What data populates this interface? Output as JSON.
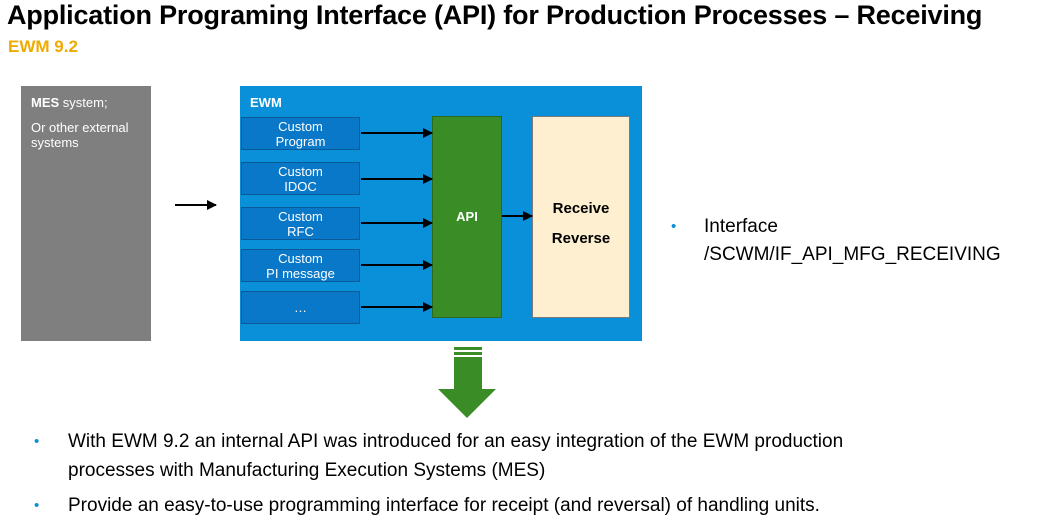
{
  "header": {
    "title": "Application Programing Interface (API) for Production Processes – Receiving",
    "subtitle": "EWM 9.2"
  },
  "mes": {
    "bold": "MES",
    "rest": " system;",
    "line2": "Or other external systems"
  },
  "ewm": {
    "label": "EWM",
    "sources": [
      {
        "line1": "Custom",
        "line2": "Program"
      },
      {
        "line1": "Custom",
        "line2": "IDOC"
      },
      {
        "line1": "Custom",
        "line2": "RFC"
      },
      {
        "line1": "Custom",
        "line2": "PI message"
      },
      {
        "line1": "…",
        "line2": ""
      }
    ],
    "api_label": "API",
    "receive_label": "Receive",
    "reverse_label": "Reverse"
  },
  "interface": {
    "line1": "Interface",
    "line2": "/SCWM/IF_API_MFG_RECEIVING"
  },
  "bullets": [
    {
      "line1": "With EWM 9.2 an internal API was introduced for an easy integration of the EWM production",
      "line2": "processes with Manufacturing Execution Systems (MES)"
    },
    {
      "line1": "Provide an easy-to-use programming interface for receipt (and reversal) of handling units.",
      "line2": ""
    }
  ],
  "colors": {
    "accent_orange": "#f0ab00",
    "ewm_blue": "#0a8fd9",
    "api_green": "#3a8d26",
    "mes_gray": "#7f7f7f",
    "receive_fill": "#fdefd0"
  }
}
